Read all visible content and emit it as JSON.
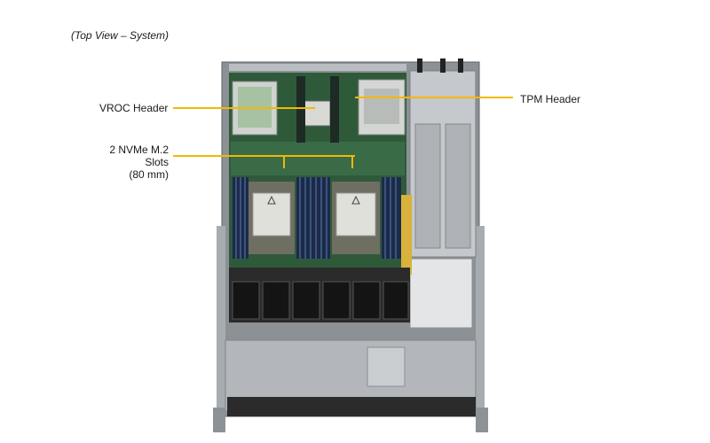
{
  "caption": "(Top View – System)",
  "callouts": {
    "vroc": "VROC Header",
    "nvme_line1": "2 NVMe M.2 Slots",
    "nvme_line2": "(80 mm)",
    "tpm": "TPM Header"
  },
  "colors": {
    "leader": "#f2b800",
    "chassis": "#9ea3a8",
    "board": "#2f5a3a",
    "dimm": "#1c2a4a",
    "heatsink": "#d8d8d4",
    "fan": "#1b1b1b",
    "psu": "#c5c8cc"
  }
}
